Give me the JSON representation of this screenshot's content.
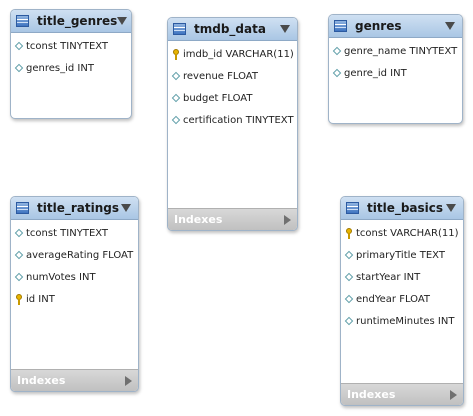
{
  "tables": {
    "title_genres": {
      "name": "title_genres",
      "columns": [
        {
          "label": "tconst TINYTEXT",
          "icon": "diamond-icon"
        },
        {
          "label": "genres_id INT",
          "icon": "diamond-icon"
        }
      ]
    },
    "tmdb_data": {
      "name": "tmdb_data",
      "columns": [
        {
          "label": "imdb_id VARCHAR(11)",
          "icon": "key-icon"
        },
        {
          "label": "revenue FLOAT",
          "icon": "diamond-icon"
        },
        {
          "label": "budget FLOAT",
          "icon": "diamond-icon"
        },
        {
          "label": "certification TINYTEXT",
          "icon": "diamond-icon"
        }
      ],
      "indexes_label": "Indexes"
    },
    "genres": {
      "name": "genres",
      "columns": [
        {
          "label": "genre_name TINYTEXT",
          "icon": "diamond-icon"
        },
        {
          "label": "genre_id INT",
          "icon": "diamond-icon"
        }
      ]
    },
    "title_ratings": {
      "name": "title_ratings",
      "columns": [
        {
          "label": "tconst TINYTEXT",
          "icon": "diamond-icon"
        },
        {
          "label": "averageRating FLOAT",
          "icon": "diamond-icon"
        },
        {
          "label": "numVotes INT",
          "icon": "diamond-icon"
        },
        {
          "label": "id INT",
          "icon": "key-icon"
        }
      ],
      "indexes_label": "Indexes"
    },
    "title_basics": {
      "name": "title_basics",
      "columns": [
        {
          "label": "tconst VARCHAR(11)",
          "icon": "key-icon"
        },
        {
          "label": "primaryTitle TEXT",
          "icon": "diamond-icon"
        },
        {
          "label": "startYear INT",
          "icon": "diamond-icon"
        },
        {
          "label": "endYear FLOAT",
          "icon": "diamond-icon"
        },
        {
          "label": "runtimeMinutes INT",
          "icon": "diamond-icon"
        }
      ],
      "indexes_label": "Indexes"
    }
  },
  "colors": {
    "header_top": "#cfe0f2",
    "header_bottom": "#a9c6e4",
    "indexes_bar": "#c8c8c8",
    "key_icon": "#e8b400"
  }
}
